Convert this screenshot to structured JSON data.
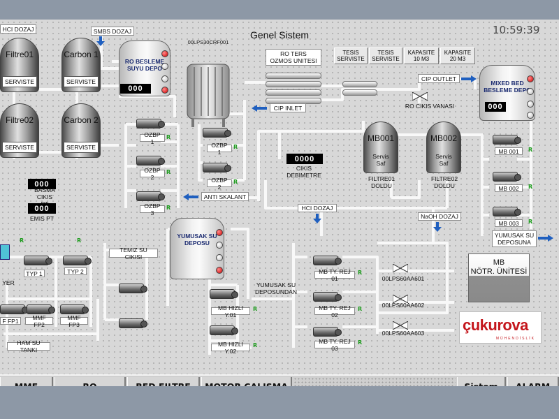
{
  "header": {
    "title": "Genel Sistem",
    "clock": "10:59:39"
  },
  "top_left": {
    "hci_dozaj": "HCI DOZAJ",
    "smbs_dozaj": "SMBS DOZAJ"
  },
  "vessels": [
    {
      "title": "Filtre01",
      "label": "SERVISTE"
    },
    {
      "title": "Carbon 1",
      "label": "SERVISTE"
    },
    {
      "title": "Filtre02",
      "label": "SERVISTE"
    },
    {
      "title": "Carbon 2",
      "label": "SERVISTE"
    }
  ],
  "ro_feed_tank": {
    "title": "RO BESLEME\nSUYU DEPO",
    "value": "000"
  },
  "ro_filter_label": "00LPS30CRF001",
  "ro_unit_label": "RO TERS\nOZMOS UNITESI",
  "tesis_buttons": [
    "TESIS\nSERVISTE",
    "TESIS\nSERVISTE",
    "KAPASITE\n10 M3",
    "KAPASITE\n20 M3"
  ],
  "cip_outlet": "CIP OUTLET",
  "cip_inlet": "CIP INLET",
  "ro_cikis_vanasi": "RO CIKIS VANASI",
  "mixed_bed": {
    "title": "MIXED BED\nBESLEME DEPO",
    "value": "000"
  },
  "ozbp_labels": [
    "OZBP 1",
    "OZBP 2",
    "OZBP 3"
  ],
  "ozbp_labels_b": [
    "OZBP 1",
    "OZBP 2"
  ],
  "anti_skalant": "ANTI SKALANT",
  "basma": {
    "label": "BASMA CIKIS\nPT",
    "value": "000"
  },
  "emis": {
    "label": "EMIS PT",
    "value": "000"
  },
  "cikis": {
    "label": "CIKIS\nDEBIMETRE",
    "value": "0000"
  },
  "mb_vessels": [
    {
      "title": "MB001",
      "sub": "Servis\nSaf",
      "status": "FILTRE01 DOLDU"
    },
    {
      "title": "MB002",
      "sub": "Servis\nSaf",
      "status": "FILTRE02 DOLDU"
    }
  ],
  "mb_pumps": [
    "MB 001",
    "MB 002",
    "MB 003"
  ],
  "yumusak_su_deposuna": "YUMUSAK SU\nDEPOSUNA",
  "hci_dozaj2": "HCI DOZAJ",
  "naoh_dozaj": "NaOH DOZAJ",
  "yumusak_su_deposu": "YUMUSAK SU\nDEPOSU",
  "temiz_su_cikisi": "TEMIZ SU CIKISI",
  "typ_labels": [
    "TYP 1",
    "TYP 2"
  ],
  "mmf_labels": [
    "MMF FP2",
    "MMF FP3"
  ],
  "mmf_partial": "F FP1",
  "ham_su_tanki": "HAM SU TANKI",
  "yumusak_su_deposundan": "YUMUSAK SU\nDEPOSUNDAN",
  "mb_hizli": [
    "MB HIZLI Y.01",
    "MB HIZLI Y.02"
  ],
  "mb_ty_rej": [
    "MB TY. REJ 01",
    "MB TY. REJ 02",
    "MB TY. REJ 03"
  ],
  "valves": [
    "00LPS60AA601",
    "00LPS60AA602",
    "00LPS60AA603"
  ],
  "mb_notr": "MB\nNÖTR. ÜNİTESİ",
  "logo": {
    "text": "çukurova",
    "sub": "MÜHENDİSLİK"
  },
  "flag": "R",
  "partial_left": "YER",
  "nav": [
    {
      "label": "MMF\nSAYFA"
    },
    {
      "label": "RO\nSAYFA"
    },
    {
      "label": "BED FILTRE\nSAYFA"
    },
    {
      "label": "MOTOR ÇALIŞMA\nZAMANLARI"
    },
    {
      "label": "Sistem\nEkranı"
    },
    {
      "label": "ALARM\nSAYFA"
    }
  ],
  "colors": {
    "pipe": "#f7f7f7",
    "arrow": "#1f5fbf",
    "alarm_red": "#d10000",
    "run_green": "#1e9b1e",
    "brand_red": "#c4161c"
  }
}
